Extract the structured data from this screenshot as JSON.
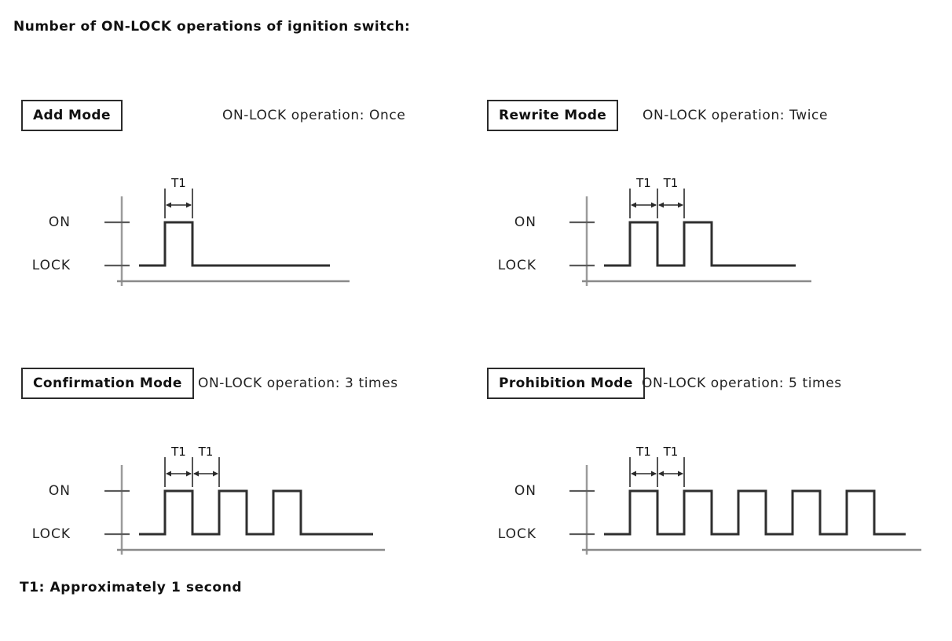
{
  "title": "Number of ON-LOCK operations of ignition switch:",
  "footnote": "T1: Approximately 1 second",
  "t1_label": "T1",
  "levels": {
    "on": "ON",
    "lock": "LOCK"
  },
  "modes": [
    {
      "name": "Add Mode",
      "operation": "ON-LOCK operation: Once",
      "pulses": 1,
      "t1_markers": 1
    },
    {
      "name": "Rewrite Mode",
      "operation": "ON-LOCK operation: Twice",
      "pulses": 2,
      "t1_markers": 2
    },
    {
      "name": "Confirmation Mode",
      "operation": "ON-LOCK operation: 3 times",
      "pulses": 3,
      "t1_markers": 2
    },
    {
      "name": "Prohibition Mode",
      "operation": "ON-LOCK operation: 5 times",
      "pulses": 5,
      "t1_markers": 2
    }
  ],
  "colors": {
    "waveform": "#2f2f2f",
    "axis": "#9b9b9b",
    "baseline": "#8a8a8a",
    "tick": "#5a5a5a",
    "annotation": "#2a2a2a",
    "text": "#111111"
  }
}
